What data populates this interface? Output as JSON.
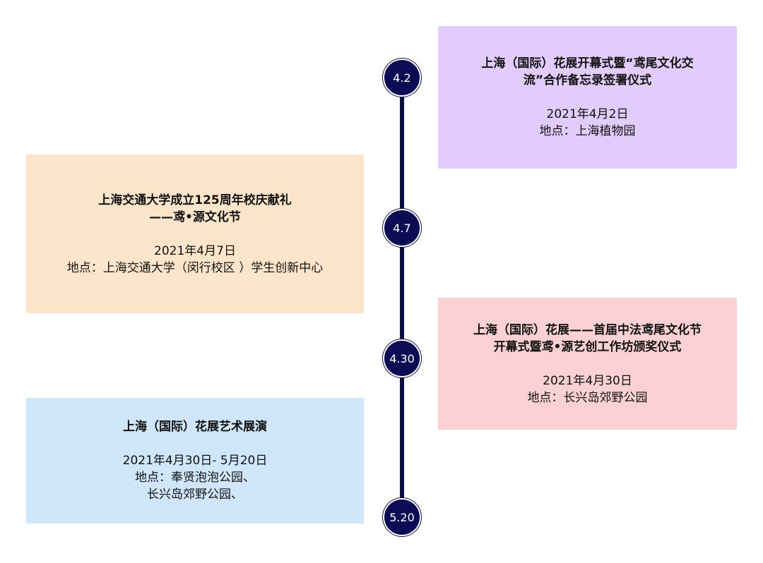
{
  "colors": {
    "line": "#0c0c3e",
    "node": "#0c0c54",
    "card_purple": "#e2ccfb",
    "card_peach": "#fde5cb",
    "card_pink": "#fcd1d3",
    "card_blue": "#cfe6fb"
  },
  "nodes": [
    {
      "label": "4.2"
    },
    {
      "label": "4.7"
    },
    {
      "label": "4.30"
    },
    {
      "label": "5.20"
    }
  ],
  "events": [
    {
      "title": "上海（国际）花展开幕式暨“鸢尾文化交\n流”合作备忘录签署仪式",
      "date": "2021年4月2日",
      "location": "地点：上海植物园"
    },
    {
      "title": "上海交通大学成立125周年校庆献礼\n——鸢•源文化节",
      "date": "2021年4月7日",
      "location": "地点：上海交通大学（闵行校区 ）学生创新中心"
    },
    {
      "title": "上海（国际）花展——首届中法鸢尾文化节\n开幕式暨鸢•源艺创工作坊颁奖仪式",
      "date": "2021年4月30日",
      "location": "地点：长兴岛郊野公园"
    },
    {
      "title": "上海（国际）花展艺术展演",
      "date": "2021年4月30日- 5月20日",
      "location": "地点：奉贤泡泡公园、\n长兴岛郊野公园、"
    }
  ]
}
